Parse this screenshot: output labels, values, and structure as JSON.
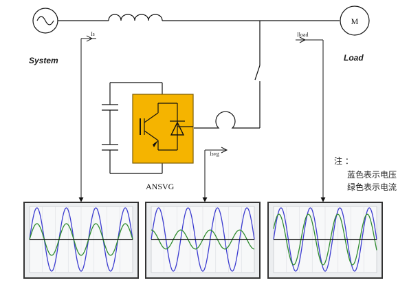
{
  "labels": {
    "system": "System",
    "load": "Load",
    "motor": "M",
    "is": "Is",
    "iload": "Iload",
    "isvg": "Isvg",
    "ansvg": "ANSVG"
  },
  "note": {
    "title": "注 ：",
    "line1": "蓝色表示电压",
    "line2": "绿色表示电流"
  },
  "colors": {
    "voltage": "#3a3ad0",
    "current": "#2e8b2e",
    "axis": "#111111",
    "inverter_fill": "#f5b400",
    "panel_bg": "#eceef0",
    "panel_border": "#333333"
  },
  "chart_data": [
    {
      "type": "line",
      "series": [
        {
          "values": [
            0,
            1,
            0,
            -1,
            0
          ],
          "amplitude": 1.0,
          "phase_deg": 0,
          "cycles": 3.5
        },
        {
          "values": [
            0,
            0.5,
            0,
            -0.5,
            0
          ],
          "amplitude": 0.5,
          "phase_deg": 0,
          "cycles": 3.5
        }
      ]
    },
    {
      "type": "line",
      "series": [
        {
          "values": [
            0,
            1,
            0,
            -1,
            0
          ],
          "amplitude": 1.0,
          "phase_deg": 0,
          "cycles": 3.5
        },
        {
          "values": [
            0.3,
            0,
            -0.3,
            0,
            0.3
          ],
          "amplitude": 0.3,
          "phase_deg": 90,
          "cycles": 3.5
        }
      ]
    },
    {
      "type": "line",
      "series": [
        {
          "values": [
            0,
            1,
            0,
            -1,
            0
          ],
          "amplitude": 1.0,
          "phase_deg": 0,
          "cycles": 3.5
        },
        {
          "values": [
            0.3,
            0.75,
            0.3,
            -0.75,
            -0.3
          ],
          "amplitude": 0.8,
          "phase_deg": 25,
          "cycles": 3.5
        }
      ]
    }
  ]
}
